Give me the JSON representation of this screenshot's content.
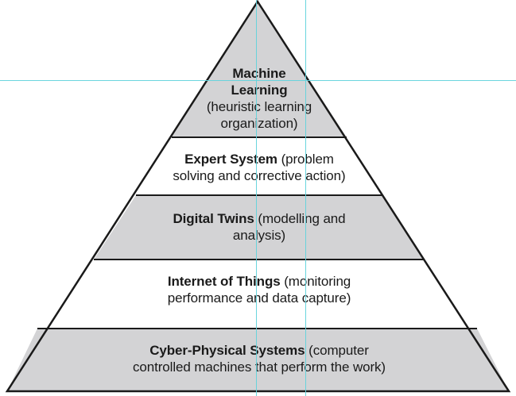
{
  "colors": {
    "shaded_tier": "#d3d3d5",
    "white_tier": "#ffffff",
    "outline": "#1a1a1a",
    "guide_line": "#62d3dc"
  },
  "tiers": [
    {
      "id": "machine-learning",
      "title_line1": "Machine",
      "title_line2": "Learning",
      "desc_line1": "(heuristic learning",
      "desc_line2": "organization)",
      "shaded": true
    },
    {
      "id": "expert-system",
      "title": "Expert System",
      "desc_line1": "(problem",
      "desc_line2": "solving and corrective action)",
      "shaded": false
    },
    {
      "id": "digital-twins",
      "title": "Digital Twins",
      "desc_line1": "(modelling and",
      "desc_line2": "analysis)",
      "shaded": true
    },
    {
      "id": "internet-of-things",
      "title": "Internet of Things",
      "desc_line1": "(monitoring",
      "desc_line2": "performance and data capture)",
      "shaded": false
    },
    {
      "id": "cyber-physical-systems",
      "title": "Cyber-Physical Systems",
      "desc_line1": "(computer",
      "desc_line2": "controlled machines that perform the work)",
      "shaded": true
    }
  ]
}
